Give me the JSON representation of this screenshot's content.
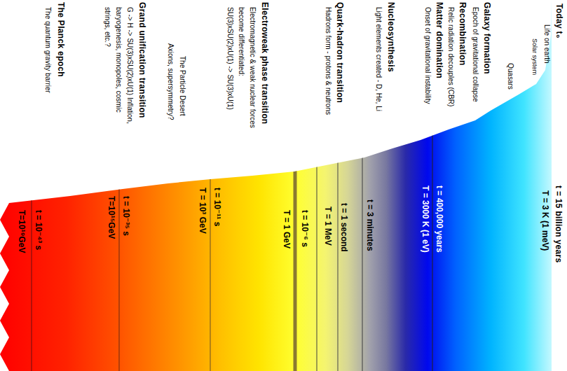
{
  "diagram": {
    "nodes": [
      {
        "text": [
          "T = 3 K (1 meV)",
          "t = 400,000 years",
          "T = 3000 K (1 eV)",
          "t = 3 minutes",
          "t = 1 second",
          "T = 1 MeV",
          "t = 10⁻⁶ s",
          "T = 1 GeV",
          "t = 10⁻¹¹ s",
          "T = 10³ GeV",
          "t = 10⁻³⁵ s",
          "T=10¹⁵GeV",
          "t = 10⁻⁴³ s",
          "T=10¹⁹GeV"
        ]
      }
    ],
    "labels": [
      "Today t₀",
      "t = 15 billion years",
      "Life on earth",
      "Solar system",
      "Quasars",
      "Galaxy formation",
      "Epoch of gravitational collapse",
      "Recombination",
      "Relic radiation decouples (CBR)",
      "Matter domination",
      "Onset of gravitational instability",
      "Nucleosynthesis",
      "Light elements created - D, He, Li",
      "Quark-hadron transition",
      "Hadrons form - protons & neutrons",
      "Electroweak phase transition",
      "Electromagnetic & weak nuclear forces become differentiated: SU(3)xSU(2)xU(1) -> SU(3)xU(1)",
      "The Particle Desert",
      "Axions, supersymmetry?",
      "Grand unification transition",
      "G -> H -> SU(3)xSU(2)xU(1) Inflation, baryogenesis, monopoles, cosmic strings, etc.?",
      "The Planck epoch",
      "The quantum gravity barrier"
    ]
  }
}
